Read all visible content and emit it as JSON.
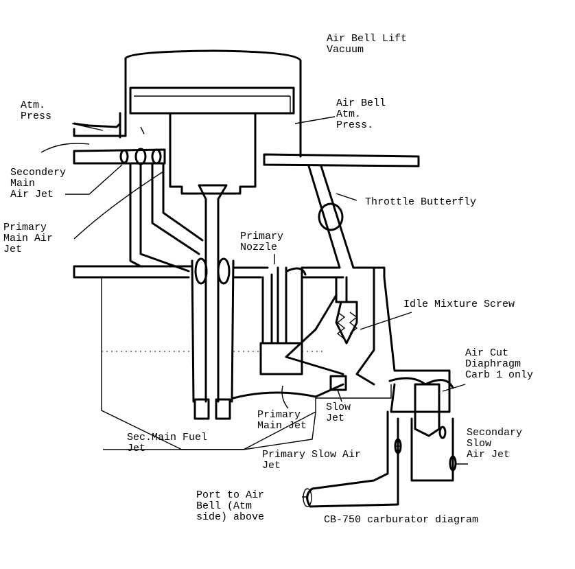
{
  "labels": {
    "air_bell_lift_vacuum": [
      "Air Bell Lift",
      "Vacuum"
    ],
    "atm_press": [
      "Atm.",
      "Press"
    ],
    "air_bell_atm_press": [
      "Air Bell",
      "Atm.",
      "Press."
    ],
    "secondary_main_air_jet": [
      "Secondery",
      "Main",
      "Air Jet"
    ],
    "throttle_butterfly": [
      "Throttle Butterfly"
    ],
    "primary_main_air_jet": [
      "Primary",
      "Main Air",
      "Jet"
    ],
    "primary_nozzle": [
      "Primary",
      "Nozzle"
    ],
    "idle_mixture_screw": [
      "Idle Mixture Screw"
    ],
    "air_cut_diaphragm": [
      "Air Cut",
      "Diaphragm",
      "Carb 1 only"
    ],
    "slow_jet": [
      "Slow",
      "Jet"
    ],
    "primary_main_jet": [
      "Primary",
      "Main Jet"
    ],
    "sec_main_fuel_jet": [
      "Sec.Main Fuel",
      "Jet"
    ],
    "secondary_slow_air_jet": [
      "Secondary",
      "Slow",
      "Air Jet"
    ],
    "primary_slow_air_jet": [
      "Primary Slow Air",
      "Jet"
    ],
    "port_to_air_bell": [
      "Port to Air",
      "Bell (Atm",
      "side) above"
    ]
  },
  "caption": "CB-750 carburator diagram"
}
